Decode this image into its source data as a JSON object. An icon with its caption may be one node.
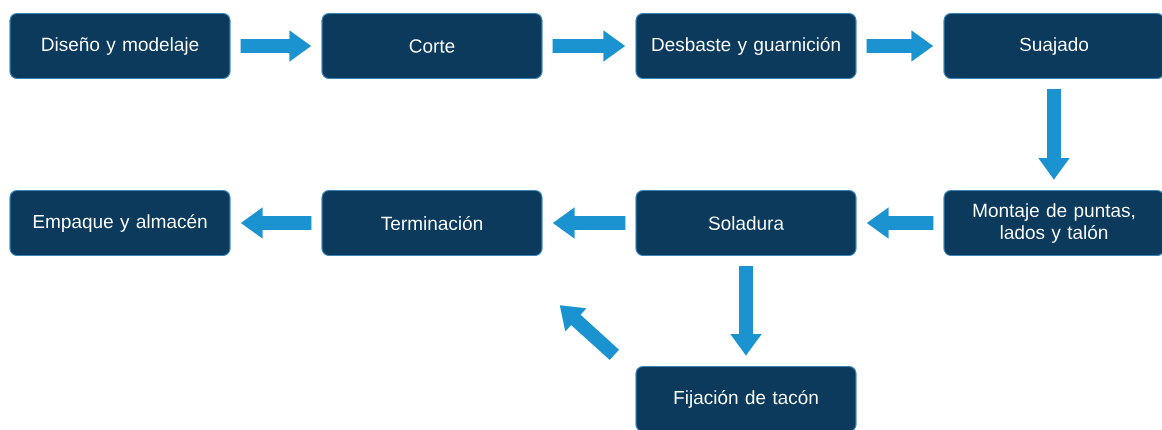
{
  "diagram": {
    "nodes": [
      {
        "text": [
          "Diseño y modelaje"
        ]
      },
      {
        "text": [
          "Corte"
        ]
      },
      {
        "text": [
          "Desbaste y guarnición"
        ]
      },
      {
        "text": [
          "Suajado"
        ]
      },
      {
        "text": [
          "Montaje de puntas, lados y talón"
        ]
      },
      {
        "text": [
          "Soladura"
        ]
      },
      {
        "text": [
          "Terminación"
        ]
      },
      {
        "text": [
          "Empaque y almacén"
        ]
      },
      {
        "text": [
          "Fijación de tacón"
        ]
      }
    ],
    "edges": [
      {
        "from": 0,
        "to": 1,
        "arrow": "to"
      },
      {
        "from": 1,
        "to": 2,
        "arrow": "to"
      },
      {
        "from": 2,
        "to": 3,
        "arrow": "to"
      },
      {
        "from": 3,
        "to": 4,
        "arrow": "to"
      },
      {
        "from": 4,
        "to": 5,
        "arrow": "to"
      },
      {
        "from": 5,
        "to": 6,
        "arrow": "to"
      },
      {
        "from": 6,
        "to": 7,
        "arrow": "to"
      },
      {
        "from": 5,
        "to": 8,
        "arrow": "to"
      },
      {
        "from": 8,
        "to": 6,
        "arrow": "to"
      }
    ]
  }
}
